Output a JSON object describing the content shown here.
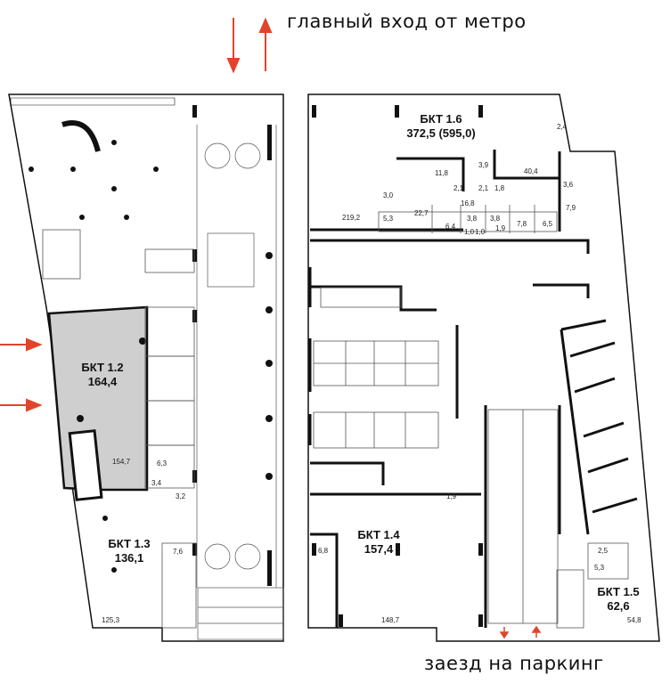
{
  "captions": {
    "metro_entrance": "главный вход от метро",
    "parking_entrance": "заезд на паркинг"
  },
  "units": [
    {
      "id": "bkt16",
      "name": "БКТ 1.6",
      "area": "372,5 (595,0)"
    },
    {
      "id": "bkt12",
      "name": "БКТ 1.2",
      "area": "164,4"
    },
    {
      "id": "bkt13",
      "name": "БКТ 1.3",
      "area": "136,1"
    },
    {
      "id": "bkt14",
      "name": "БКТ 1.4",
      "area": "157,4"
    },
    {
      "id": "bkt15",
      "name": "БКТ 1.5",
      "area": "62,6"
    }
  ],
  "room_areas": [
    "2,4",
    "11,8",
    "3,9",
    "40,4",
    "2,1",
    "2,1",
    "1,8",
    "3,6",
    "3,0",
    "16,8",
    "7,9",
    "219,2",
    "22,7",
    "5,3",
    "3,8",
    "3,8",
    "7,8",
    "6,5",
    "6,4",
    "1,0",
    "1,0",
    "1,9",
    "154,7",
    "6,3",
    "3,4",
    "3,2",
    "1,9",
    "7,6",
    "6,8",
    "2,5",
    "5,3",
    "125,3",
    "148,7",
    "54,8"
  ],
  "colors": {
    "wall": "#111111",
    "highlight": "#cfcfcf",
    "arrow": "#e0442c",
    "thin_line": "#555555"
  }
}
